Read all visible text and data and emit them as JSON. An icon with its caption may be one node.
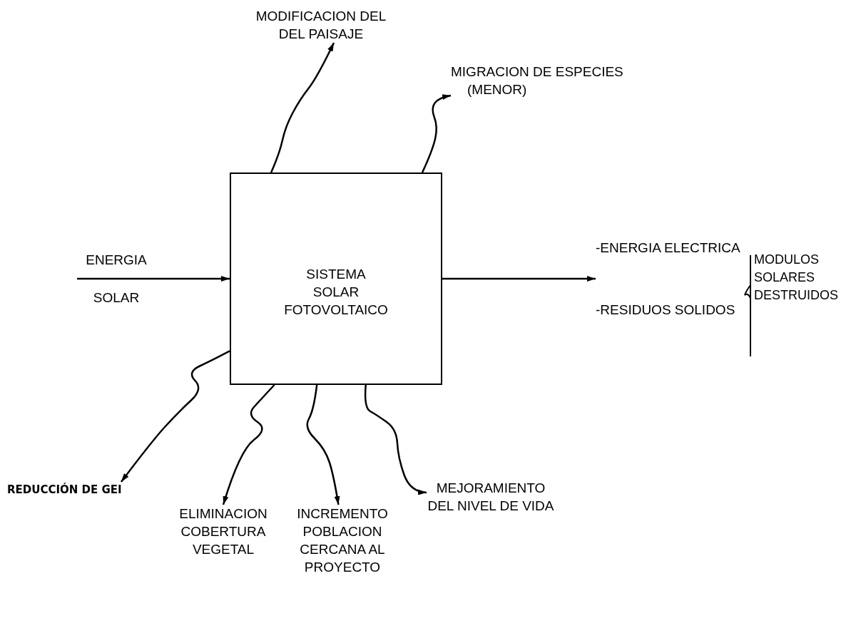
{
  "diagram": {
    "nodes": [
      {
        "text": [
          "SISTEMA SOLAR FOTOVOLTAICO"
        ]
      },
      {
        "text": [
          "ENERGIA",
          "SOLAR"
        ]
      },
      {
        "text": [
          "MODIFICACION DEL DEL PAISAJE"
        ]
      },
      {
        "text": [
          "MIGRACION DE ESPECIES (MENOR)"
        ]
      },
      {
        "text": [
          "-ENERGIA ELECTRICA",
          "-RESIDUOS SOLIDOS"
        ]
      },
      {
        "text": [
          "REDUCCIÓN DE GEI"
        ]
      },
      {
        "text": [
          "ELIMINACION COBERTURA VEGETAL"
        ]
      },
      {
        "text": [
          "INCREMENTO POBLACION CERCANA AL PROYECTO"
        ]
      },
      {
        "text": [
          "MEJORAMIENTO DEL NIVEL DE VIDA"
        ]
      }
    ],
    "edges": [
      {
        "from": 1,
        "to": 0,
        "arrow": "to"
      },
      {
        "from": 0,
        "to": 2,
        "arrow": "to"
      },
      {
        "from": 0,
        "to": 3,
        "arrow": "to"
      },
      {
        "from": 0,
        "to": 4,
        "arrow": "to"
      },
      {
        "from": 0,
        "to": 5,
        "arrow": "to"
      },
      {
        "from": 0,
        "to": 6,
        "arrow": "to"
      },
      {
        "from": 0,
        "to": 7,
        "arrow": "to"
      },
      {
        "from": 0,
        "to": 8,
        "arrow": "to"
      }
    ],
    "labels": [
      "MODULOS SOLARES DESTRUIDOS"
    ]
  }
}
